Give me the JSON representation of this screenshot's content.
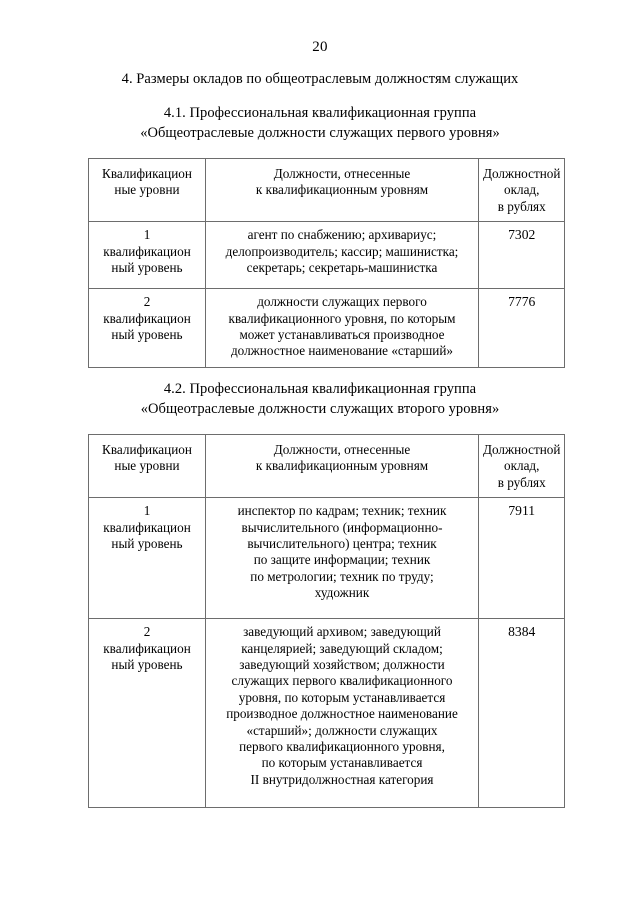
{
  "page": {
    "number": "20"
  },
  "headings": {
    "section4": "4. Размеры окладов по общеотраслевым должностям служащих",
    "section41_line1": "4.1. Профессиональная квалификационная группа",
    "section41_line2": "«Общеотраслевые должности служащих первого уровня»",
    "section42_line1": "4.2. Профессиональная квалификационная группа",
    "section42_line2": "«Общеотраслевые должности служащих второго уровня»"
  },
  "table_header": {
    "col1_line1": "Квалификацион",
    "col1_line2": "ные уровни",
    "col2_line1": "Должности, отнесенные",
    "col2_line2": "к квалификационным уровням",
    "col3_line1": "Должностной",
    "col3_line2": "оклад,",
    "col3_line3": "в рублях"
  },
  "table1": {
    "rows": [
      {
        "level_line1": "1",
        "level_line2": "квалификацион",
        "level_line3": "ный уровень",
        "posts": [
          "агент по снабжению; архивариус;",
          "делопроизводитель; кассир; машинистка;",
          "секретарь; секретарь-машинистка"
        ],
        "salary": "7302"
      },
      {
        "level_line1": "2",
        "level_line2": "квалификацион",
        "level_line3": "ный уровень",
        "posts": [
          "должности служащих первого",
          "квалификационного уровня, по которым",
          "может устанавливаться производное",
          "должностное наименование «старший»"
        ],
        "salary": "7776"
      }
    ]
  },
  "table2": {
    "rows": [
      {
        "level_line1": "1",
        "level_line2": "квалификацион",
        "level_line3": "ный уровень",
        "posts": [
          "инспектор по кадрам; техник; техник",
          "вычислительного (информационно-",
          "вычислительного) центра; техник",
          "по защите информации; техник",
          "по метрологии; техник по труду;",
          "художник"
        ],
        "salary": "7911"
      },
      {
        "level_line1": "2",
        "level_line2": "квалификацион",
        "level_line3": "ный уровень",
        "posts": [
          "заведующий архивом; заведующий",
          "канцелярией; заведующий складом;",
          "заведующий хозяйством; должности",
          "служащих первого квалификационного",
          "уровня, по которым устанавливается",
          "производное должностное наименование",
          "«старший»; должности служащих",
          "первого квалификационного уровня,",
          "по которым устанавливается",
          "II внутридолжностная категория"
        ],
        "salary": "8384"
      }
    ]
  }
}
